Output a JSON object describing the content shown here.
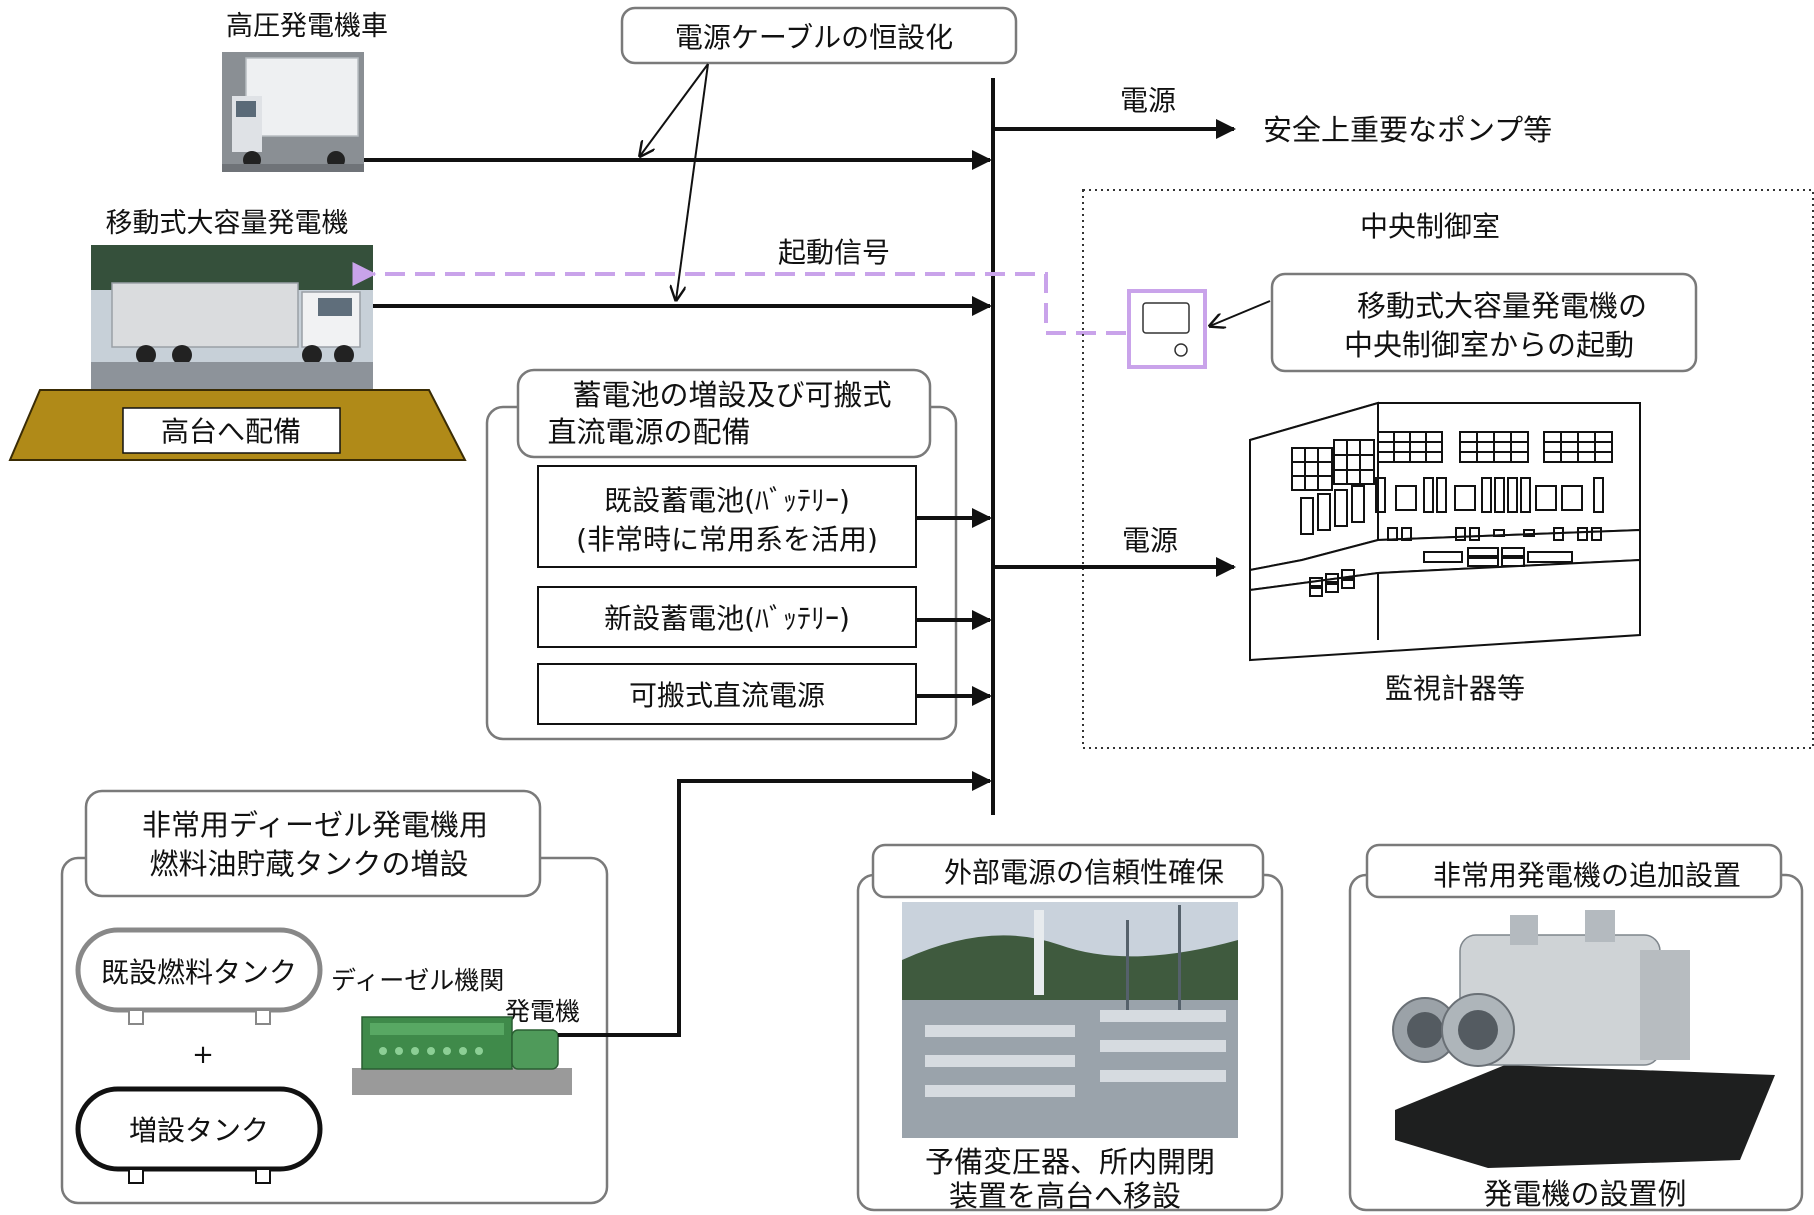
{
  "labels": {
    "high_voltage_truck": "高圧発電機車",
    "cable_install": "電源ケーブルの恒設化",
    "power_top": "電源",
    "pumps": "安全上重要なポンプ等",
    "mobile_gen": "移動式大容量発電機",
    "start_signal": "起動信号",
    "highland": "高台へ配備",
    "control_room": "中央制御室",
    "start_from_cr_l1": "移動式大容量発電機の",
    "start_from_cr_l2": "中央制御室からの起動",
    "battery_header_l1": "蓄電池の増設及び可搬式",
    "battery_header_l2": "直流電源の配備",
    "existing_battery_l1": "既設蓄電池(ﾊﾞｯﾃﾘｰ)",
    "existing_battery_l2": "(非常時に常用系を活用)",
    "new_battery": "新設蓄電池(ﾊﾞｯﾃﾘｰ)",
    "portable_dc": "可搬式直流電源",
    "power_mid": "電源",
    "monitoring": "監視計器等",
    "tank_header_l1": "非常用ディーゼル発電機用",
    "tank_header_l2": "燃料油貯蔵タンクの増設",
    "existing_tank": "既設燃料タンク",
    "plus": "+",
    "added_tank": "増設タンク",
    "diesel_engine": "ディーゼル機関",
    "generator": "発電機",
    "external_header": "外部電源の信頼性確保",
    "external_caption_l1": "予備変圧器、所内開閉",
    "external_caption_l2": "装置を高台へ移設",
    "emergency_header": "非常用発電機の追加設置",
    "emergency_caption": "発電機の設置例"
  },
  "colors": {
    "signal_dash": "#c9a3ea",
    "highland_fill": "#b08a18",
    "tank_gray": "#888888",
    "box_border": "#7a7a7a"
  }
}
